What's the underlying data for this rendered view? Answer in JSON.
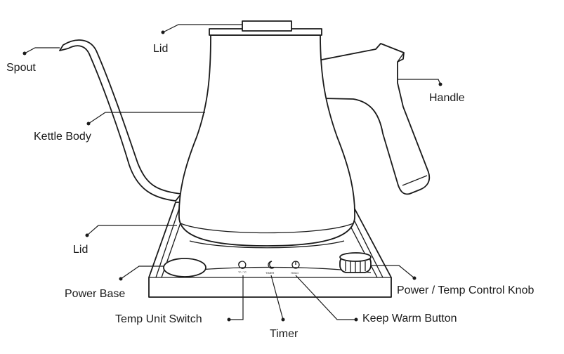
{
  "labels": {
    "lid_top": "Lid",
    "spout": "Spout",
    "handle": "Handle",
    "kettle_body": "Kettle Body",
    "lid_bottom": "Lid",
    "power_base": "Power Base",
    "power_temp_knob": "Power / Temp Control Knob",
    "temp_unit_switch": "Temp Unit Switch",
    "keep_warm_button": "Keep Warm Button",
    "timer": "Timer"
  },
  "button_captions": {
    "temp_unit": "°F / °C",
    "timer": "TIMER",
    "hold": "HOLD"
  }
}
